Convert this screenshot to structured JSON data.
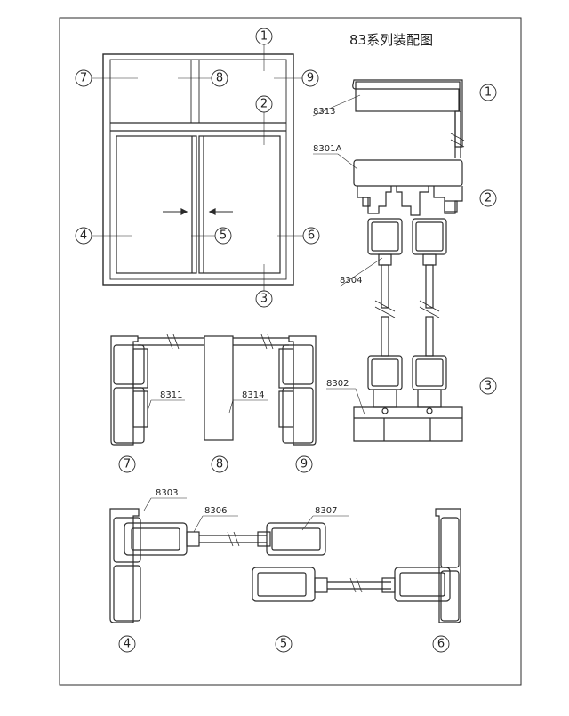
{
  "title": "83系列装配图",
  "callouts": [
    "1",
    "2",
    "3",
    "4",
    "5",
    "6",
    "7",
    "8",
    "9"
  ],
  "parts": {
    "p8313": "8313",
    "p8301a": "8301A",
    "p8304": "8304",
    "p8302": "8302",
    "p8311": "8311",
    "p8314": "8314",
    "p8303": "8303",
    "p8306": "8306",
    "p8307": "8307"
  },
  "colors": {
    "line": "#2b2b2b",
    "paper": "#ffffff",
    "frame": "#ebebeb"
  }
}
